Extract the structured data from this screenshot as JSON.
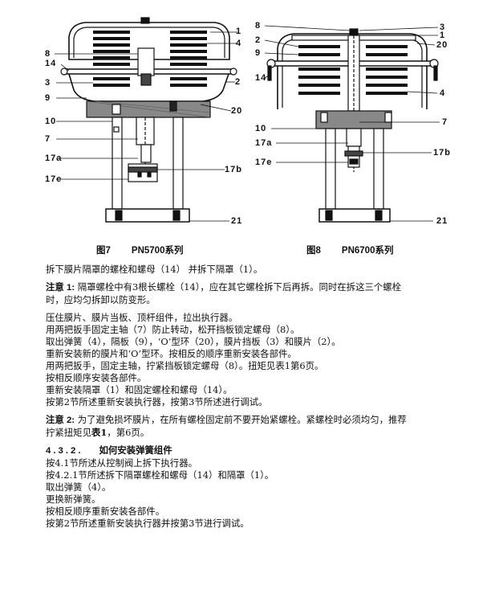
{
  "figures": [
    {
      "caption_num": "图7",
      "caption_name": "PN5700系列",
      "labels": {
        "l1": "1",
        "l4": "4",
        "l8": "8",
        "l14": "14",
        "l3": "3",
        "l2": "2",
        "l9": "9",
        "l20": "20",
        "l10": "10",
        "l7": "7",
        "l17a": "17a",
        "l17b": "17b",
        "l17e": "17e",
        "l21": "21"
      }
    },
    {
      "caption_num": "图8",
      "caption_name": "PN6700系列",
      "labels": {
        "l8": "8",
        "l3": "3",
        "l1": "1",
        "l2": "2",
        "l20": "20",
        "l9": "9",
        "l14": "14",
        "l4": "4",
        "l7": "7",
        "l10": "10",
        "l17a": "17a",
        "l17b": "17b",
        "l17e": "17e",
        "l21": "21"
      }
    }
  ],
  "body": {
    "p1": "拆下膜片隔罩的螺栓和螺母（14） 并拆下隔罩（1）。",
    "note1_label": "注意 1:",
    "note1_l1": " 隔罩螺栓中有3根长螺栓（14），应在其它螺栓拆下后再拆。同时在拆这三个螺栓",
    "note1_l2": "时，应均匀拆卸以防变形。",
    "s1": "压住膜片、膜片当板、顶杆组件，拉出执行器。",
    "s2": "用两把扳手固定主轴（7）防止转动，松开挡板锁定螺母（8）。",
    "s3": "取出弹簧（4），隔板（9），‘O’型环（20），膜片挡板（3）和膜片（2）。",
    "s4": "重新安装新的膜片和‘O’型环。按相反的顺序重新安装各部件。",
    "s5": "用两把扳手，固定主轴，拧紧挡板锁定螺母（8）。扭矩见表1第6页。",
    "s6": "按相反顺序安装各部件。",
    "s7": "重新安装隔罩（1）和固定螺栓和螺母（14）。",
    "s8": "按第2节所述重新安装执行器，按第3节所述进行调试。",
    "note2_label": "注意 2:",
    "note2_l1": " 为了避免损坏膜片，在所有螺栓固定前不要开始紧螺栓。紧螺栓时必须均匀，推荐",
    "note2_l2a": "拧紧扭矩见",
    "note2_l2b": "表1",
    "note2_l2c": "，第6页。",
    "sec_num": "4.3.2.",
    "sec_title": "如何安装弹簧组件",
    "t1": "按4.1节所述从控制阀上拆下执行器。",
    "t2": "按4.2.1节所述拆下隔罩螺栓和螺母（14）和隔罩（1）。",
    "t3": "取出弹簧（4）。",
    "t4": "更换新弹簧。",
    "t5": "按相反顺序重新安装各部件。",
    "t6": "按第2节所述重新安装执行器并按第3节进行调试。"
  }
}
